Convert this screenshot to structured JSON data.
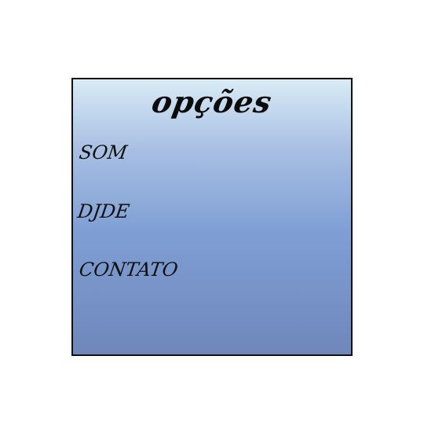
{
  "menu": {
    "title": "opções",
    "items": [
      {
        "label": "SOM"
      },
      {
        "label": "DJDE"
      },
      {
        "label": "CONTATO"
      }
    ]
  },
  "colors": {
    "panel_top": "#d8ebf6",
    "panel_bottom": "#6f87bb",
    "border": "#111111",
    "text": "#0b0b0b"
  }
}
